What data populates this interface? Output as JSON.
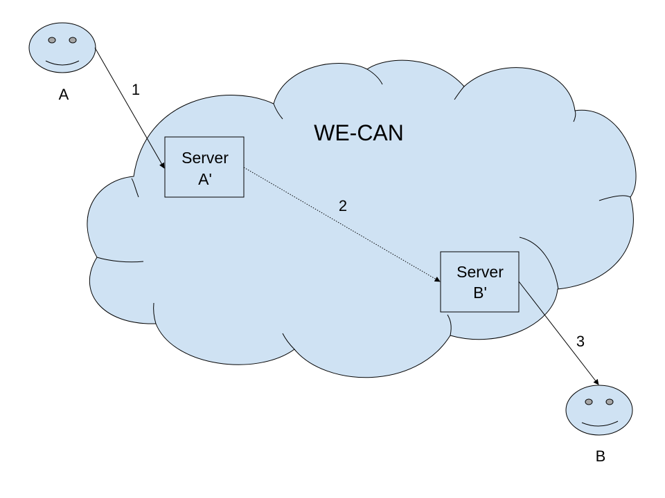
{
  "cloud": {
    "title": "WE-CAN"
  },
  "users": {
    "a": {
      "label": "A"
    },
    "b": {
      "label": "B"
    }
  },
  "servers": {
    "a": {
      "line1": "Server",
      "line2": "A'"
    },
    "b": {
      "line1": "Server",
      "line2": "B'"
    }
  },
  "steps": [
    "1",
    "2",
    "3"
  ],
  "colors": {
    "fill": "#cfe2f3",
    "stroke": "#000000",
    "eye": "#a6a6a6"
  }
}
